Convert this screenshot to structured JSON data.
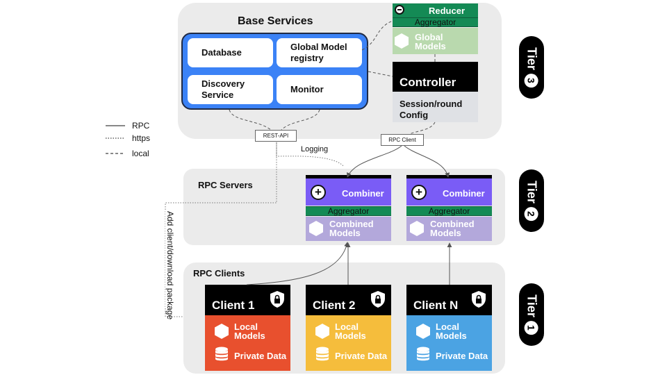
{
  "base_services": {
    "title": "Base Services",
    "database": "Database",
    "registry": "Global Model registry",
    "discovery": "Discovery Service",
    "monitor": "Monitor"
  },
  "reducer": {
    "title": "Reducer",
    "aggregator": "Aggregator",
    "models": "Global Models"
  },
  "controller": {
    "title": "Controller",
    "config": "Session/round Config"
  },
  "labels": {
    "rest_api": "REST-API",
    "rpc_client": "RPC Client",
    "logging": "Logging",
    "add_client": "Add client/download  package"
  },
  "legend": {
    "rpc": "RPC",
    "https": "https",
    "local": "local"
  },
  "rpc_servers": {
    "title": "RPC Servers",
    "combiners": [
      {
        "title": "Combiner",
        "aggregator": "Aggregator",
        "models": "Combined Models"
      },
      {
        "title": "Combiner",
        "aggregator": "Aggregator",
        "models": "Combined Models"
      }
    ]
  },
  "rpc_clients": {
    "title": "RPC Clients",
    "clients": [
      {
        "title": "Client 1",
        "models": "Local Models",
        "data": "Private Data",
        "color": "#e8502e"
      },
      {
        "title": "Client 2",
        "models": "Local Models",
        "data": "Private Data",
        "color": "#f5bd3c"
      },
      {
        "title": "Client N",
        "models": "Local Models",
        "data": "Private Data",
        "color": "#4ba3e3"
      }
    ]
  },
  "tiers": [
    {
      "label": "Tier",
      "num": "3"
    },
    {
      "label": "Tier",
      "num": "2"
    },
    {
      "label": "Tier",
      "num": "1"
    }
  ],
  "colors": {
    "services_blue": "#3b82f6",
    "combiner_purple": "#7a5cf6",
    "combined_lavender": "#b3a8db",
    "aggregator_green": "#148a55",
    "global_models_green": "#b9d9ae"
  }
}
